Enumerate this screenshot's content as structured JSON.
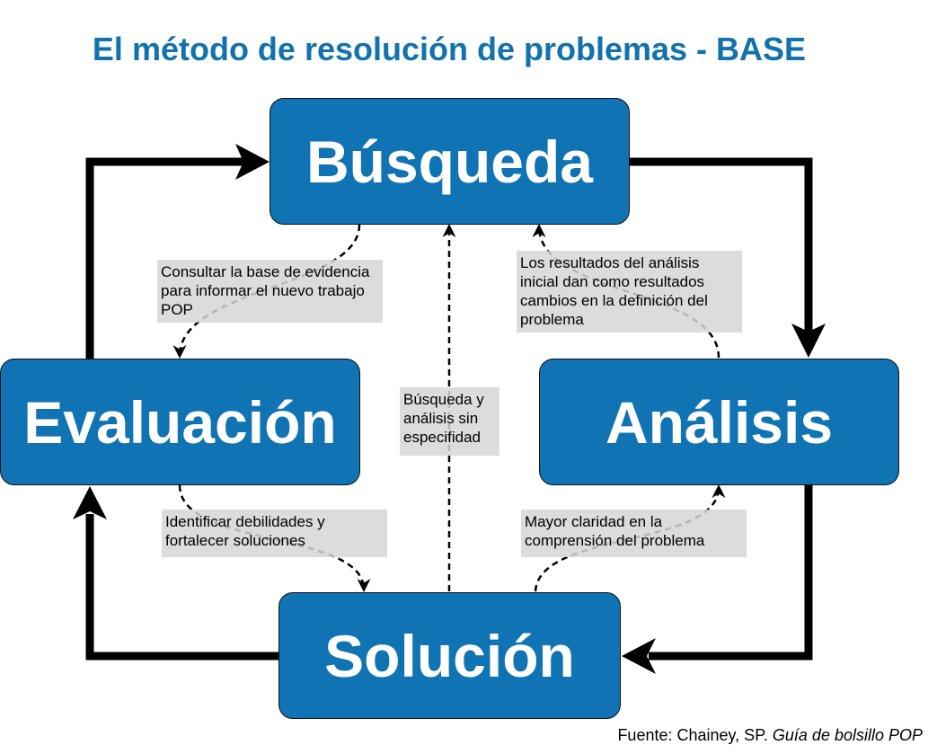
{
  "title": "El método de resolución de problemas - BASE",
  "stages": {
    "busqueda": "Búsqueda",
    "analisis": "Análisis",
    "solucion": "Solución",
    "evaluacion": "Evaluación"
  },
  "notes": {
    "busqueda_to_evaluacion": "Consultar la base de evidencia para informar el nuevo trabajo POP",
    "analisis_to_busqueda": "Los resultados del análisis inicial dan como resultados cambios en la definición del problema",
    "center": "Búsqueda y análisis sin especifidad",
    "evaluacion_to_solucion": "Identificar debilidades y fortalecer soluciones",
    "solucion_to_analisis": "Mayor claridad en la comprensión del problema"
  },
  "source": {
    "prefix": "Fuente: Chainey, SP.",
    "work": "Guía de bolsillo POP"
  },
  "colors": {
    "stage_fill": "#0f73b4",
    "title": "#1272ae",
    "note_fill": "#d6d6d6",
    "cycle_arrow": "#000000"
  }
}
